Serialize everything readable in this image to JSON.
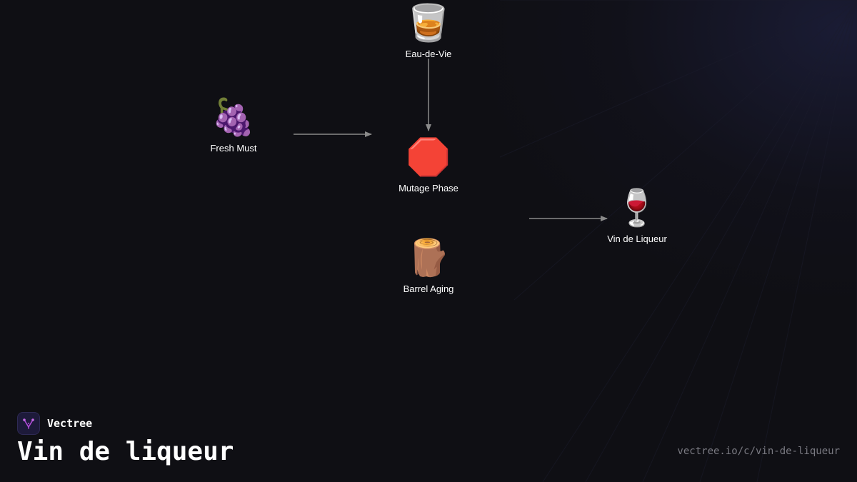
{
  "nodes": {
    "eau_de_vie": {
      "icon": "tumbler-glass-icon",
      "glyph": "🥃",
      "label": "Eau-de-Vie"
    },
    "fresh_must": {
      "icon": "grapes-icon",
      "glyph": "🍇",
      "label": "Fresh Must"
    },
    "mutage_phase": {
      "icon": "stop-sign-icon",
      "glyph": "🛑",
      "label": "Mutage Phase"
    },
    "vin_de_liqueur": {
      "icon": "wine-glass-icon",
      "glyph": "🍷",
      "label": "Vin de Liqueur"
    },
    "barrel_aging": {
      "icon": "wood-log-icon",
      "glyph": "🪵",
      "label": "Barrel Aging"
    }
  },
  "edges": [
    {
      "from": "fresh_must",
      "to": "mutage_phase"
    },
    {
      "from": "eau_de_vie",
      "to": "mutage_phase"
    },
    {
      "from": "barrel_aging",
      "to": "vin_de_liqueur"
    }
  ],
  "brand": {
    "name": "Vectree",
    "logo_icon": "vectree-logo-icon"
  },
  "title": "Vin de liqueur",
  "url": "vectree.io/c/vin-de-liqueur",
  "colors": {
    "background": "#0f0f14",
    "edge": "#8a8a8a",
    "label": "#ffffff",
    "url": "#7a7a82",
    "logo_accent": "#b04ad8"
  }
}
